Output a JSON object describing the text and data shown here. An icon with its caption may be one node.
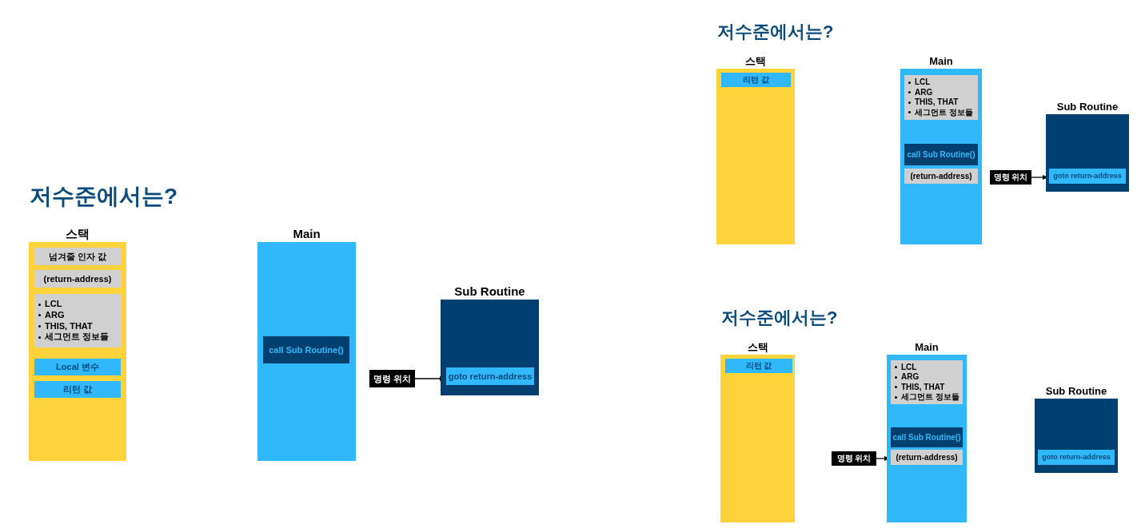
{
  "diagram": {
    "title": "저수준에서는?",
    "nodes": [
      {
        "text": [
          "스택"
        ]
      },
      {
        "text": [
          "넘겨줄 인자 값"
        ],
        "in": 0
      },
      {
        "text": [
          "(return-address)"
        ],
        "in": 0
      },
      {
        "text": [
          "LCL",
          "ARG",
          "THIS, THAT",
          "세그먼트 정보들"
        ],
        "in": 0
      },
      {
        "text": [
          "Local 변수"
        ],
        "in": 0
      },
      {
        "text": [
          "리턴 값"
        ],
        "in": 0
      },
      {
        "text": [
          "Main"
        ]
      },
      {
        "text": [
          "call Sub Routine()"
        ],
        "in": 6
      },
      {
        "text": [
          "Sub Routine"
        ]
      },
      {
        "text": [
          "goto return-address"
        ],
        "in": 8
      },
      {
        "text": [
          "명령 위치"
        ]
      },
      {
        "text": [
          "스택"
        ]
      },
      {
        "text": [
          "리턴 값"
        ],
        "in": 11
      },
      {
        "text": [
          "Main"
        ]
      },
      {
        "text": [
          "LCL",
          "ARG",
          "THIS, THAT",
          "세그먼트 정보들"
        ],
        "in": 13
      },
      {
        "text": [
          "call Sub Routine()"
        ],
        "in": 13
      },
      {
        "text": [
          "(return-address)"
        ],
        "in": 13
      },
      {
        "text": [
          "Sub Routine"
        ]
      },
      {
        "text": [
          "goto return-address"
        ],
        "in": 17
      },
      {
        "text": [
          "명령 위치"
        ]
      },
      {
        "text": [
          "스택"
        ]
      },
      {
        "text": [
          "리턴 값"
        ],
        "in": 20
      },
      {
        "text": [
          "Main"
        ]
      },
      {
        "text": [
          "LCL",
          "ARG",
          "THIS, THAT",
          "세그먼트 정보들"
        ],
        "in": 22
      },
      {
        "text": [
          "call Sub Routine()"
        ],
        "in": 22
      },
      {
        "text": [
          "(return-address)"
        ],
        "in": 22
      },
      {
        "text": [
          "Sub Routine"
        ]
      },
      {
        "text": [
          "goto return-address"
        ],
        "in": 26
      },
      {
        "text": [
          "명령 위치"
        ]
      }
    ],
    "edges": [
      {
        "from": 10,
        "to": 9,
        "arrow": "to"
      },
      {
        "from": 19,
        "to": 18,
        "arrow": "to"
      },
      {
        "from": 28,
        "to": 25,
        "arrow": "to"
      }
    ],
    "labels": [
      "저수준에서는?",
      "저수준에서는?"
    ]
  }
}
